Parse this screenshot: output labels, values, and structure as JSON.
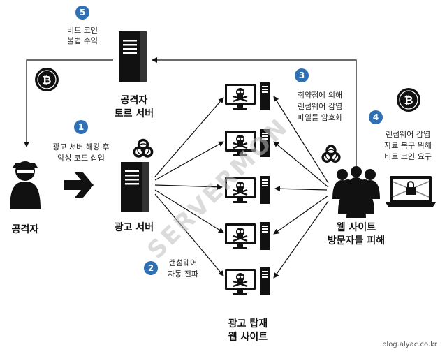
{
  "steps": [
    {
      "num": "1",
      "lines": [
        "광고 서버 해킹 후",
        "악성 코드 삽입"
      ]
    },
    {
      "num": "2",
      "lines": [
        "랜섬웨어",
        "자동 전파"
      ]
    },
    {
      "num": "3",
      "lines": [
        "취약점에 의해",
        "랜섬웨어 감염",
        "파일들 암호화"
      ]
    },
    {
      "num": "4",
      "lines": [
        "랜섬웨어 감염",
        "자료 복구 위해",
        "비트 코인 요구"
      ]
    },
    {
      "num": "5",
      "lines": [
        "비트 코인",
        "불법 수익"
      ]
    }
  ],
  "nodes": {
    "attacker": "공격자",
    "tor_server": [
      "공격자",
      "토르 서버"
    ],
    "ad_server": "광고 서버",
    "ad_sites": [
      "광고 탑재",
      "웹 사이트"
    ],
    "visitors": [
      "웹 사이트",
      "방문자들 피해"
    ]
  },
  "icons": {
    "bitcoin_symbol": "₿"
  },
  "watermark": "SERVERMON",
  "credit": "blog.alyac.co.kr",
  "colors": {
    "step_circle": "#2f6fb3",
    "dark": "#111111",
    "watermark_gray": "#bdbdbd",
    "watermark_green": "#8cc63f"
  }
}
